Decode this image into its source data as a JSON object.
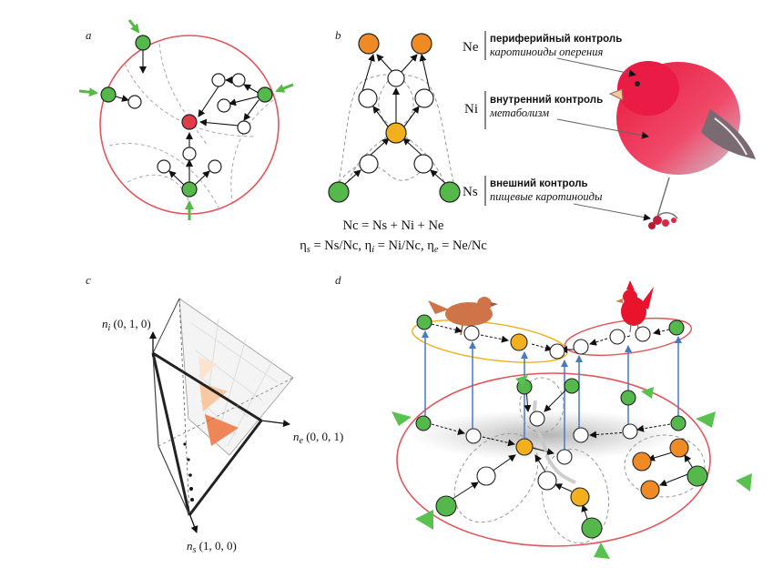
{
  "panels": {
    "a": {
      "label": "a"
    },
    "b": {
      "label": "b"
    },
    "c": {
      "label": "c"
    },
    "d": {
      "label": "d"
    }
  },
  "panel_b": {
    "controls": [
      {
        "key": "Ne",
        "title": "периферийный контроль",
        "subtitle": "каротиноиды оперения"
      },
      {
        "key": "Ni",
        "title": "внутренний контроль",
        "subtitle": "метаболизм"
      },
      {
        "key": "Ns",
        "title": "внешний контроль",
        "subtitle": "пищевые каротиноиды"
      }
    ],
    "equation1": "Nc = Ns + Ni + Ne",
    "eta_s": "η",
    "sub_s": "s",
    "eq_s": " = Ns/Nc, ",
    "eta_i": "η",
    "sub_i": "i",
    "eq_i": " = Ni/Nc, ",
    "eta_e": "η",
    "sub_e": "e",
    "eq_e": " = Ne/Nc"
  },
  "panel_c": {
    "axis_i": {
      "var": "n",
      "sub": "i",
      "coords": " (0, 1, 0)"
    },
    "axis_e": {
      "var": "n",
      "sub": "e",
      "coords": " (0, 0, 1)"
    },
    "axis_s": {
      "var": "n",
      "sub": "s",
      "coords": " (1, 0, 0)"
    }
  },
  "colors": {
    "circle_red": "#e2555a",
    "node_green": "#55b84a",
    "node_orange": "#f08a24",
    "node_yellow": "#f2b01e",
    "node_red": "#e23b4a",
    "arrow_blue": "#4a79c4",
    "green_marker": "#59c24f",
    "ellipse_yellow": "#f2b01e"
  }
}
